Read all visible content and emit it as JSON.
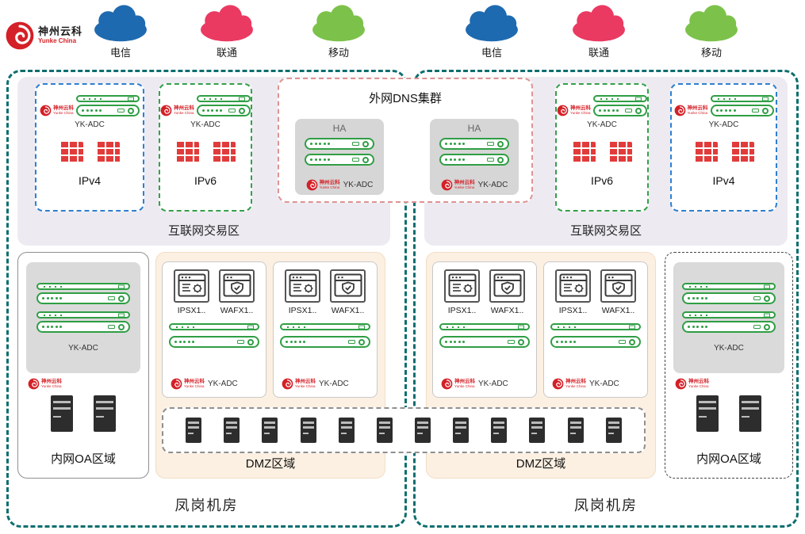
{
  "logo": {
    "title": "神州云科",
    "subtitle": "Yunke China"
  },
  "clouds": [
    {
      "label": "电信",
      "color": "#1e6ab0"
    },
    {
      "label": "联通",
      "color": "#ea3a62"
    },
    {
      "label": "移动",
      "color": "#7cc24a"
    },
    {
      "label": "电信",
      "color": "#1e6ab0"
    },
    {
      "label": "联通",
      "color": "#ea3a62"
    },
    {
      "label": "移动",
      "color": "#7cc24a"
    }
  ],
  "labels": {
    "dns_cluster": "外网DNS集群",
    "ha": "HA",
    "adc": "YK-ADC",
    "ipv4": "IPv4",
    "ipv6": "IPv6",
    "trade_zone": "互联网交易区",
    "oa_zone": "内网OA区域",
    "dmz_zone": "DMZ区域",
    "room": "凤岗机房",
    "ips": "IPSX1..",
    "waf": "WAFX1.."
  },
  "colors": {
    "datacenter_border": "#0d6e6e",
    "ipv4_border": "#2e7fd0",
    "ipv6_border": "#34a04a",
    "appliance_green": "#2f9e44",
    "firewall_red": "#e23b3b",
    "brand_red": "#d42027",
    "dmz_fill": "#fcf0e2",
    "trade_fill": "#edebf1"
  }
}
